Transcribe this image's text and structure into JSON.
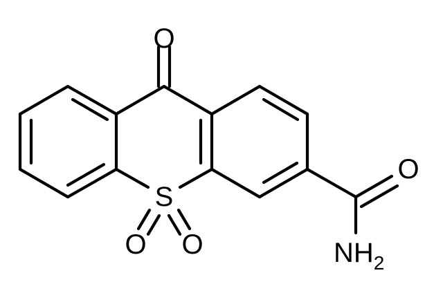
{
  "atoms": {
    "ketone_oxygen": "O",
    "sulfur": "S",
    "sulfonyl_oxygen_left": "O",
    "sulfonyl_oxygen_right": "O",
    "amide_oxygen": "O",
    "amide_nitrogen": "NH",
    "amide_nitrogen_subscript": "2"
  },
  "colors": {
    "bond": "#000000",
    "background": "#ffffff"
  }
}
